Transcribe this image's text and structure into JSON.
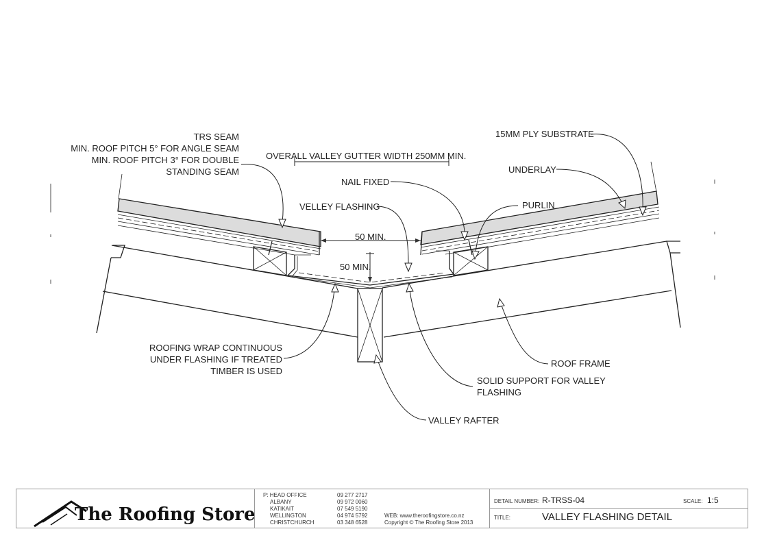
{
  "labels": {
    "trs_seam": [
      "TRS SEAM",
      "MIN. ROOF PITCH 5° FOR ANGLE SEAM",
      "MIN. ROOF PITCH 3° FOR DOUBLE",
      "STANDING SEAM"
    ],
    "overall_width": "OVERALL VALLEY GUTTER WIDTH 250MM MIN.",
    "ply_substrate": "15MM PLY SUBSTRATE",
    "underlay": "UNDERLAY",
    "nail_fixed": "NAIL FIXED",
    "valley_flashing": "VELLEY FLASHING",
    "purlin": "PURLIN",
    "min_50_horizontal": "50 MIN.",
    "min_50_vertical": "50 MIN.",
    "roofing_wrap": [
      "ROOFING WRAP CONTINUOUS",
      "UNDER FLASHING IF TREATED",
      "TIMBER IS USED"
    ],
    "roof_frame": "ROOF FRAME",
    "solid_support": [
      "SOLID SUPPORT FOR VALLEY",
      "FLASHING"
    ],
    "valley_rafter": "VALLEY RAFTER"
  },
  "title_block": {
    "brand": "The Roofing Store",
    "offices": [
      {
        "name": "P: HEAD OFFICE",
        "phone": "09 277 2717"
      },
      {
        "name": "ALBANY",
        "phone": "09 972 0060"
      },
      {
        "name": "KATIKAIT",
        "phone": "07 549 5190"
      },
      {
        "name": "WELLINGTON",
        "phone": "04 974 5792"
      },
      {
        "name": "CHRISTCHURCH",
        "phone": "03 348 6528"
      }
    ],
    "web": "WEB: www.theroofingstore.co.nz",
    "copyright": "Copyright © The Roofing Store 2013",
    "detail_number_label": "DETAIL NUMBER:",
    "detail_number": "R-TRSS-04",
    "scale_label": "SCALE:",
    "scale": "1:5",
    "title_label": "TITLE:",
    "title": "VALLEY FLASHING DETAIL"
  }
}
